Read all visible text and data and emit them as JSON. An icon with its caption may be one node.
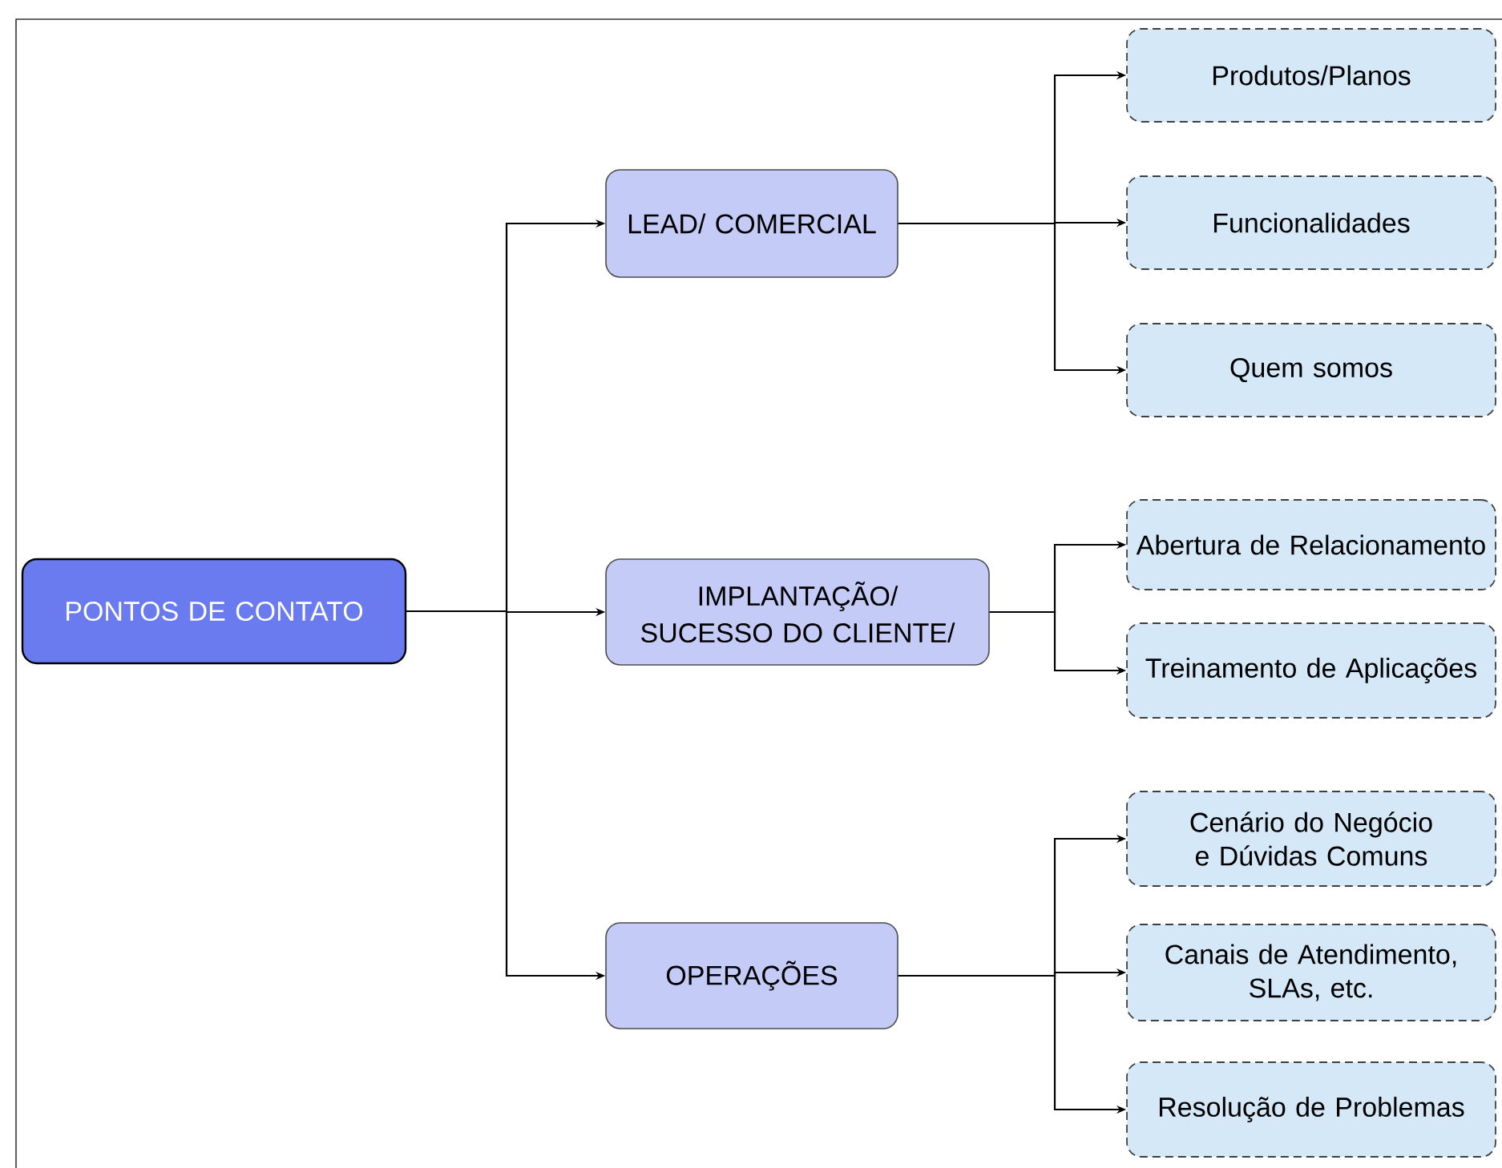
{
  "diagram": {
    "nodes": [
      {
        "text": [
          "PONTOS DE CONTATO"
        ]
      },
      {
        "text": [
          "LEAD/ COMERCIAL"
        ]
      },
      {
        "text": [
          "IMPLANTAÇÃO/ SUCESSO DO CLIENTE/"
        ]
      },
      {
        "text": [
          "OPERAÇÕES"
        ]
      },
      {
        "text": [
          "Produtos/Planos"
        ]
      },
      {
        "text": [
          "Funcionalidades"
        ]
      },
      {
        "text": [
          "Quem somos"
        ]
      },
      {
        "text": [
          "Abertura de Relacionamento"
        ]
      },
      {
        "text": [
          "Treinamento de Aplicações"
        ]
      },
      {
        "text": [
          "Cenário do Negócio e Dúvidas Comuns"
        ]
      },
      {
        "text": [
          "Canais de Atendimento, SLAs, etc."
        ]
      },
      {
        "text": [
          "Resolução de Problemas"
        ]
      }
    ],
    "edges": [
      {
        "from": 0,
        "to": 1,
        "arrow": "to"
      },
      {
        "from": 0,
        "to": 2,
        "arrow": "to"
      },
      {
        "from": 0,
        "to": 3,
        "arrow": "to"
      },
      {
        "from": 1,
        "to": 4,
        "arrow": "to"
      },
      {
        "from": 1,
        "to": 5,
        "arrow": "to"
      },
      {
        "from": 1,
        "to": 6,
        "arrow": "to"
      },
      {
        "from": 2,
        "to": 7,
        "arrow": "to"
      },
      {
        "from": 2,
        "to": 8,
        "arrow": "to"
      },
      {
        "from": 3,
        "to": 9,
        "arrow": "to"
      },
      {
        "from": 3,
        "to": 10,
        "arrow": "to"
      },
      {
        "from": 3,
        "to": 11,
        "arrow": "to"
      }
    ]
  }
}
